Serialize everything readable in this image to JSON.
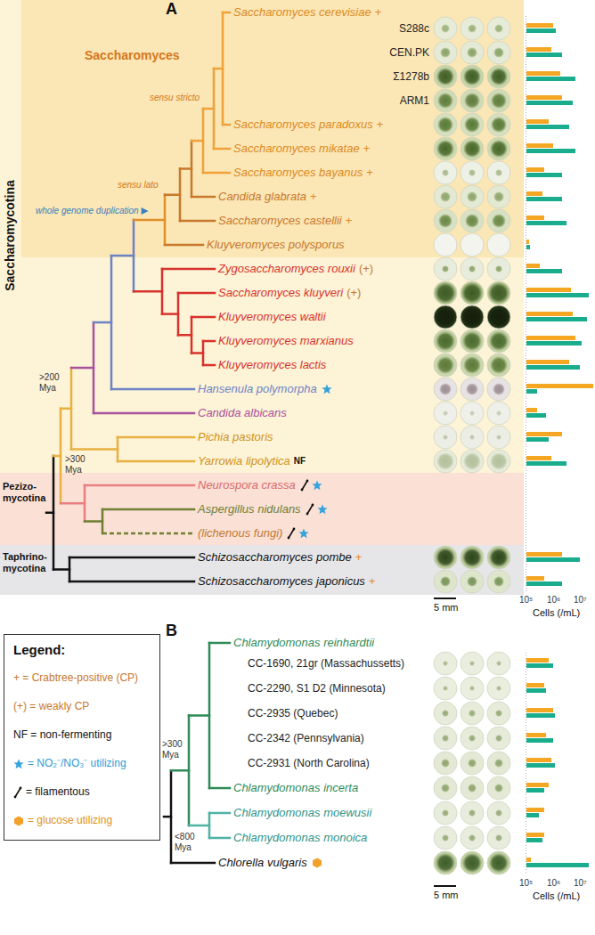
{
  "diagram": {
    "nodes": [
      {
        "text": [
          "Saccharomycotina"
        ]
      },
      {
        "text": [
          "Saccharomyces"
        ],
        "in": 0
      },
      {
        "text": [
          "Pezizo- mycotina"
        ]
      },
      {
        "text": [
          "Taphrino- mycotina"
        ]
      },
      {
        "text": [
          "Legend:"
        ]
      }
    ],
    "labels": [
      "A",
      "Saccharomyces cerevisiae",
      "+",
      "S288c",
      "CEN.PK",
      "Σ1278b",
      "ARM1",
      "Saccharomyces paradoxus",
      "+",
      "Saccharomyces mikatae",
      "+",
      "Saccharomyces bayanus",
      "+",
      "Candida glabrata",
      "+",
      "Saccharomyces castellii",
      "+",
      "Kluyveromyces polysporus",
      "Zygosaccharomyces rouxii",
      "(+)",
      "Saccharomyces kluyveri",
      "(+)",
      "Kluyveromyces waltii",
      "Kluyveromyces marxianus",
      "Kluyveromyces lactis",
      "Hansenula polymorpha",
      "Candida albicans",
      "Pichia pastoris",
      "Yarrowia lipolytica",
      "NF",
      "Neurospora crassa",
      "Aspergillus nidulans",
      "(lichenous fungi)",
      "Schizosaccharomyces pombe",
      "+",
      "Schizosaccharomyces japonicus",
      "+",
      "sensu stricto",
      "sensu lato",
      "whole genome duplication",
      ">200 Mya",
      ">300 Mya",
      "5 mm",
      "10⁵",
      "10⁶",
      "10⁷",
      "Cells (/mL)",
      "B",
      "Chlamydomonas reinhardtii",
      "CC-1690, 21gr (Massachussetts)",
      "CC-2290, S1 D2 (Minnesota)",
      "CC-2935 (Quebec)",
      "CC-2342 (Pennsylvania)",
      "CC-2931 (North Carolina)",
      "Chlamydomonas incerta",
      "Chlamydomonas moewusii",
      "Chlamydomonas monoica",
      "Chlorella vulgaris",
      ">300 Mya",
      "<800 Mya",
      "5 mm",
      "10⁵",
      "10⁶",
      "10⁷",
      "Cells (/mL)"
    ],
    "legend": [
      {
        "text": "+ = Crabtree-positive (CP)"
      },
      {
        "text": "(+) = weakly CP"
      },
      {
        "text": "NF = non-fermenting"
      },
      {
        "text": "= NO₂⁻/NO₃⁻ utilizing"
      },
      {
        "text": "= filamentous"
      },
      {
        "text": "= glucose utilizing"
      }
    ]
  }
}
